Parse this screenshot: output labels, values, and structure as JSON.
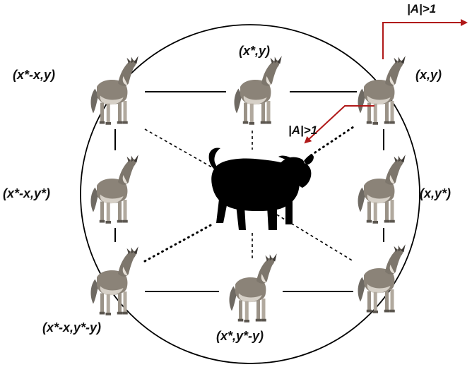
{
  "labels": {
    "top_left": "(x*-x,y)",
    "top_center": "(x*,y)",
    "top_right": "(x,y)",
    "mid_left": "(x*-x,y*)",
    "mid_right": "(x,y*)",
    "bottom_left": "(x*-x,y*-y)",
    "bottom_center": "(x*,y*-y)"
  },
  "arrow_labels": {
    "outer": "|A|>1",
    "inner": "|A|>1"
  },
  "icons": {
    "wolf": "howling-wolf-icon",
    "prey": "buffalo-silhouette-icon"
  },
  "colors": {
    "arrow": "#b01818",
    "prey": "#000000",
    "lines": "#000000"
  }
}
